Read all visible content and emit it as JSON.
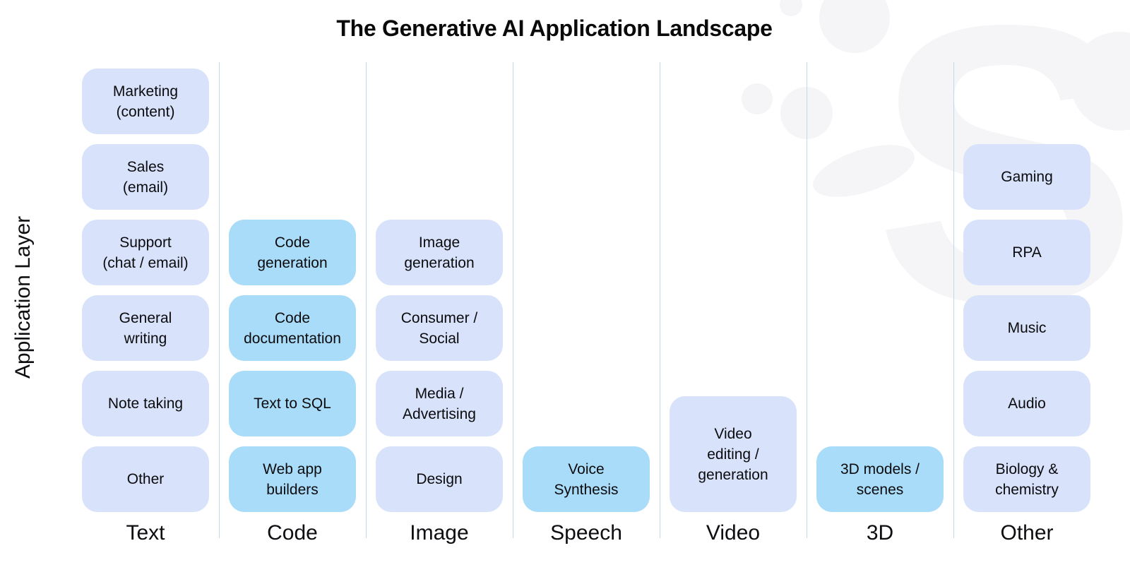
{
  "title": "The Generative AI Application Landscape",
  "y_axis_label": "Application Layer",
  "watermark": {
    "letter": "S"
  },
  "colors": {
    "box_light": "#D8E3FB",
    "box_highlight": "#A9DCF8",
    "divider_line": "#C3D6F1",
    "watermark": "#F5F5F7",
    "text": "#0B0B0E",
    "background": "#FFFFFF"
  },
  "columns": [
    {
      "label": "Text",
      "boxes": [
        {
          "lines": [
            "Marketing",
            "(content)"
          ],
          "variant": "light"
        },
        {
          "lines": [
            "Sales",
            "(email)"
          ],
          "variant": "light"
        },
        {
          "lines": [
            "Support",
            "(chat / email)"
          ],
          "variant": "light"
        },
        {
          "lines": [
            "General",
            "writing"
          ],
          "variant": "light"
        },
        {
          "lines": [
            "Note taking"
          ],
          "variant": "light"
        },
        {
          "lines": [
            "Other"
          ],
          "variant": "light"
        }
      ]
    },
    {
      "label": "Code",
      "boxes": [
        {
          "lines": [
            "Code",
            "generation"
          ],
          "variant": "highlight"
        },
        {
          "lines": [
            "Code",
            "documentation"
          ],
          "variant": "highlight"
        },
        {
          "lines": [
            "Text to SQL"
          ],
          "variant": "highlight"
        },
        {
          "lines": [
            "Web app",
            "builders"
          ],
          "variant": "highlight"
        }
      ]
    },
    {
      "label": "Image",
      "boxes": [
        {
          "lines": [
            "Image",
            "generation"
          ],
          "variant": "light"
        },
        {
          "lines": [
            "Consumer /",
            "Social"
          ],
          "variant": "light"
        },
        {
          "lines": [
            "Media /",
            "Advertising"
          ],
          "variant": "light"
        },
        {
          "lines": [
            "Design"
          ],
          "variant": "light"
        }
      ]
    },
    {
      "label": "Speech",
      "boxes": [
        {
          "lines": [
            "Voice",
            "Synthesis"
          ],
          "variant": "highlight"
        }
      ]
    },
    {
      "label": "Video",
      "boxes": [
        {
          "lines": [
            "Video",
            "editing /",
            "generation"
          ],
          "variant": "light"
        }
      ]
    },
    {
      "label": "3D",
      "boxes": [
        {
          "lines": [
            "3D models /",
            "scenes"
          ],
          "variant": "highlight"
        }
      ]
    },
    {
      "label": "Other",
      "boxes": [
        {
          "lines": [
            "Gaming"
          ],
          "variant": "light"
        },
        {
          "lines": [
            "RPA"
          ],
          "variant": "light"
        },
        {
          "lines": [
            "Music"
          ],
          "variant": "light"
        },
        {
          "lines": [
            "Audio"
          ],
          "variant": "light"
        },
        {
          "lines": [
            "Biology &",
            "chemistry"
          ],
          "variant": "light"
        }
      ]
    }
  ]
}
